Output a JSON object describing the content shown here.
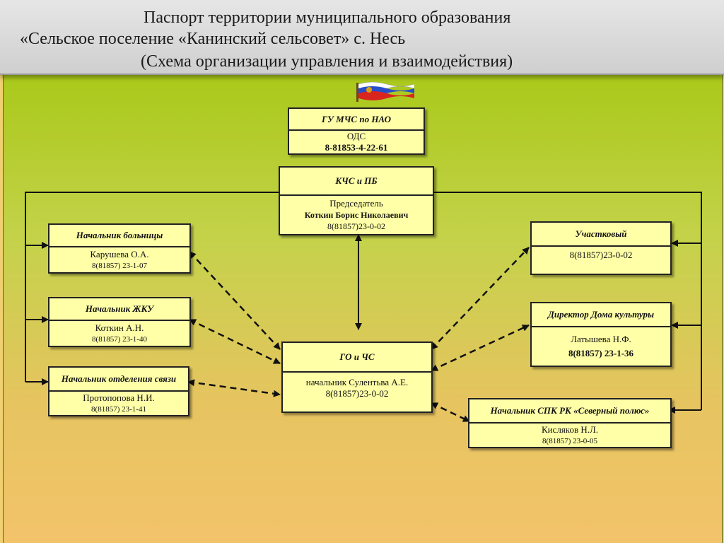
{
  "header": {
    "line1": "Паспорт территории муниципального образования",
    "line2": "«Сельское поселение «Канинский сельсовет» с. Несь",
    "line3": "(Схема организации управления и взаимодействия)"
  },
  "nodes": {
    "mchs": {
      "title": "ГУ МЧС по НАО",
      "l1": "ОДС",
      "l2": "8-81853-4-22-61"
    },
    "kchs": {
      "title": "КЧС и ПБ",
      "l1": "Председатель",
      "l2": "Коткин Борис Николаевич",
      "l3": "8(81857)23-0-02"
    },
    "hospital": {
      "title": "Начальник больницы",
      "l1": "Карушева О.А.",
      "l2": "8(81857) 23-1-07"
    },
    "zhku": {
      "title": "Начальник ЖКУ",
      "l1": "Коткин А.Н.",
      "l2": "8(81857) 23-1-40"
    },
    "post": {
      "title": "Начальник отделения связи",
      "l1": "Протопопова Н.И.",
      "l2": "8(81857) 23-1-41"
    },
    "gochs": {
      "title": "ГО и ЧС",
      "l1": "начальник Сулентьва А.Е.",
      "l2": "8(81857)23-0-02"
    },
    "police": {
      "title": "Участковый",
      "l1": "8(81857)23-0-02"
    },
    "culture": {
      "title": "Директор Дома культуры",
      "l1": "Латышева Н.Ф.",
      "l2": "8(81857) 23-1-36"
    },
    "spk": {
      "title": "Начальник СПК РК «Северный полюс»",
      "l1": "Кисляков Н.Л.",
      "l2": "8(81857) 23-0-05"
    }
  },
  "colors": {
    "box_fill": "#ffffa8",
    "header_bg": "#dcdcdc",
    "green_top": "#a9c91a",
    "orange_bottom": "#f3c36a"
  },
  "icons": [
    "russian-flag-icon"
  ]
}
